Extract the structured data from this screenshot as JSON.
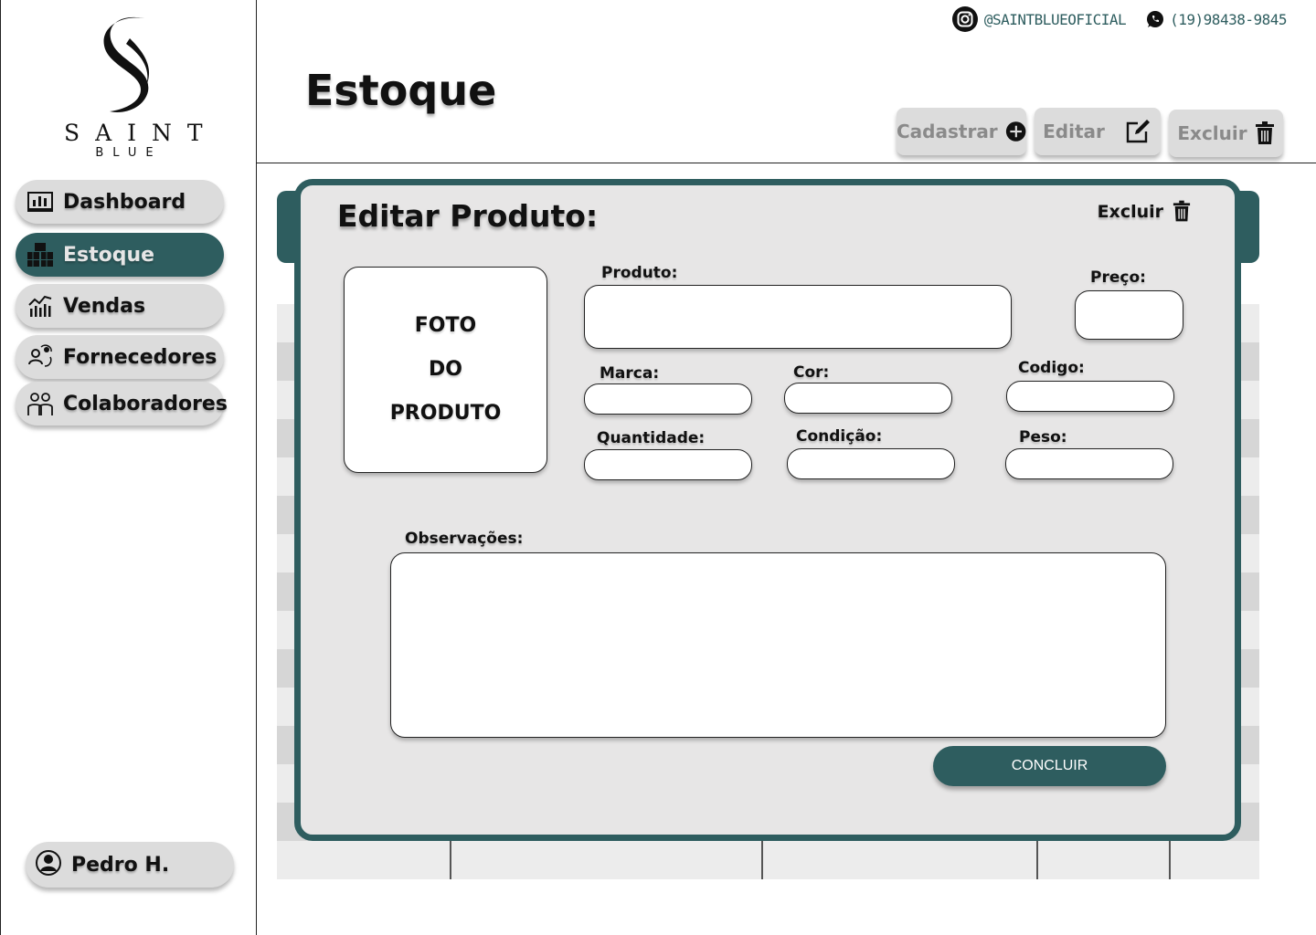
{
  "brand": {
    "name": "SAINT",
    "sub": "BLUE",
    "color": "#2e5d5f"
  },
  "sidebar": {
    "items": [
      {
        "label": "Dashboard",
        "icon": "bar-chart-icon"
      },
      {
        "label": "Estoque",
        "icon": "boxes-icon",
        "active": true
      },
      {
        "label": "Vendas",
        "icon": "sales-chart-icon"
      },
      {
        "label": "Fornecedores",
        "icon": "suppliers-icon"
      },
      {
        "label": "Colaboradores",
        "icon": "team-icon"
      }
    ],
    "user": {
      "name": "Pedro H.",
      "icon": "user-avatar-icon"
    }
  },
  "header": {
    "title": "Estoque",
    "instagram": "@SAINTBLUEOFICIAL",
    "whatsapp": "(19)98438-9845",
    "toolbar": {
      "add_label": "Cadastrar",
      "edit_label": "Editar",
      "delete_label": "Excluir"
    }
  },
  "modal": {
    "title": "Editar Produto:",
    "delete_label": "Excluir",
    "photo": [
      "FOTO",
      "DO",
      "PRODUTO"
    ],
    "fields": {
      "produto": {
        "label": "Produto:",
        "value": ""
      },
      "preco": {
        "label": "Preço:",
        "value": ""
      },
      "marca": {
        "label": "Marca:",
        "value": ""
      },
      "cor": {
        "label": "Cor:",
        "value": ""
      },
      "codigo": {
        "label": "Codigo:",
        "value": ""
      },
      "quantidade": {
        "label": "Quantidade:",
        "value": ""
      },
      "condicao": {
        "label": "Condição:",
        "value": ""
      },
      "peso": {
        "label": "Peso:",
        "value": ""
      },
      "observacoes": {
        "label": "Observações:",
        "value": ""
      }
    },
    "submit_label": "CONCLUIR"
  }
}
